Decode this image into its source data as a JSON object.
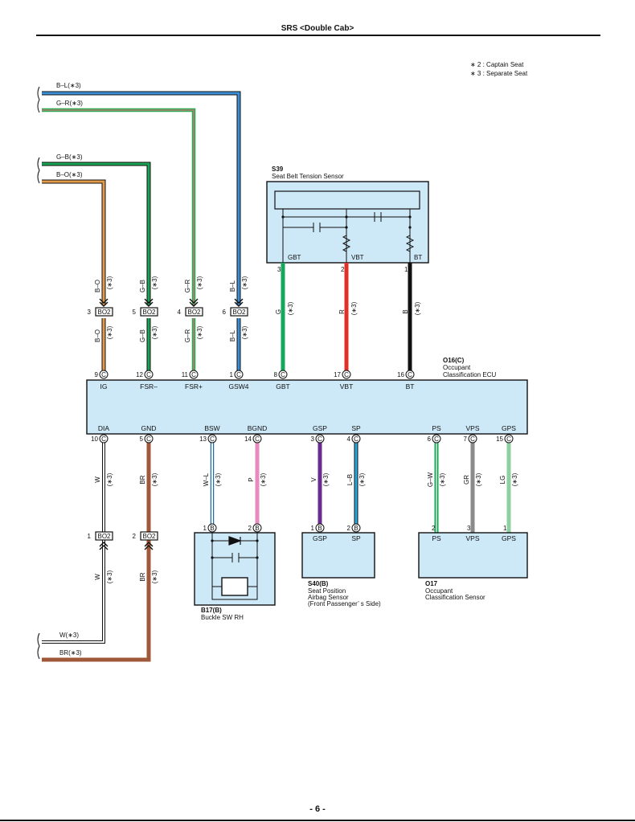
{
  "header": {
    "title": "SRS <Double Cab>"
  },
  "footer": {
    "page": "- 6 -"
  },
  "notes": [
    "∗ 2 : Captain Seat",
    "∗ 3 : Separate Seat"
  ],
  "inputs": {
    "bl": "B–L(∗3)",
    "gr": "G–R(∗3)",
    "gb": "G–B(∗3)",
    "bo": "B–O(∗3)",
    "w": "W(∗3)",
    "br": "BR(∗3)"
  },
  "s39": {
    "code": "S39",
    "name": "Seat Belt Tension Sensor",
    "pins": [
      {
        "n": "3",
        "label": "GBT"
      },
      {
        "n": "2",
        "label": "VBT"
      },
      {
        "n": "1",
        "label": "BT"
      }
    ]
  },
  "ecu": {
    "code": "O16(C)",
    "name1": "Occupant",
    "name2": "Classification ECU",
    "conn": "C",
    "top": [
      {
        "n": "9",
        "label": "IG"
      },
      {
        "n": "12",
        "label": "FSR–"
      },
      {
        "n": "11",
        "label": "FSR+"
      },
      {
        "n": "1",
        "label": "GSW4"
      },
      {
        "n": "8",
        "label": "GBT"
      },
      {
        "n": "17",
        "label": "VBT"
      },
      {
        "n": "16",
        "label": "BT"
      }
    ],
    "bottom": [
      {
        "n": "10",
        "label": "DIA"
      },
      {
        "n": "5",
        "label": "GND"
      },
      {
        "n": "13",
        "label": "BSW"
      },
      {
        "n": "14",
        "label": "BGND"
      },
      {
        "n": "3",
        "label": "GSP"
      },
      {
        "n": "4",
        "label": "SP"
      },
      {
        "n": "6",
        "label": "PS"
      },
      {
        "n": "7",
        "label": "VPS"
      },
      {
        "n": "15",
        "label": "GPS"
      }
    ]
  },
  "wires_top": [
    {
      "color": "B–O",
      "note": "(∗3)",
      "hex": "#c8843a",
      "pin": "3",
      "conn": "BO2"
    },
    {
      "color": "G–B",
      "note": "(∗3)",
      "hex": "#1aa455",
      "pin": "5",
      "conn": "BO2"
    },
    {
      "color": "G–R",
      "note": "(∗3)",
      "hex": "#2ea852",
      "pin": "4",
      "conn": "BO2"
    },
    {
      "color": "B–L",
      "note": "(∗3)",
      "hex": "#3a8fd8",
      "pin": "6",
      "conn": "BO2"
    },
    {
      "color": "G",
      "note": "(∗3)",
      "hex": "#12a85a"
    },
    {
      "color": "R",
      "note": "(∗3)",
      "hex": "#e0302a"
    },
    {
      "color": "B",
      "note": "(∗3)",
      "hex": "#111111"
    }
  ],
  "wires_bottom": [
    {
      "color": "W",
      "note": "(∗3)",
      "hex": "#ffffff"
    },
    {
      "color": "BR",
      "note": "(∗3)",
      "hex": "#a0583a"
    },
    {
      "color": "W–L",
      "note": "(∗3)",
      "hex": "#8ec8ee"
    },
    {
      "color": "P",
      "note": "(∗3)",
      "hex": "#e78ac0"
    },
    {
      "color": "V",
      "note": "(∗3)",
      "hex": "#6a2c91"
    },
    {
      "color": "L–B",
      "note": "(∗3)",
      "hex": "#2aa8e0"
    },
    {
      "color": "G–W",
      "note": "(∗3)",
      "hex": "#1aa455"
    },
    {
      "color": "GR",
      "note": "(∗3)",
      "hex": "#8a8a8a"
    },
    {
      "color": "LG",
      "note": "(∗3)",
      "hex": "#8fd0a0"
    }
  ],
  "bo2_lower": [
    {
      "pin": "1",
      "conn": "BO2",
      "color": "W",
      "note": "(∗3)"
    },
    {
      "pin": "2",
      "conn": "BO2",
      "color": "BR",
      "note": "(∗3)"
    }
  ],
  "b17": {
    "code": "B17(B)",
    "name": "Buckle SW RH",
    "conn": "B",
    "pins": [
      {
        "n": "1"
      },
      {
        "n": "2"
      }
    ]
  },
  "s40": {
    "code": "S40(B)",
    "name1": "Seat Position",
    "name2": "Airbag Sensor",
    "name3": "(Front Passenger’ s Side)",
    "conn": "B",
    "pins": [
      {
        "n": "1",
        "label": "GSP"
      },
      {
        "n": "2",
        "label": "SP"
      }
    ]
  },
  "o17": {
    "code": "O17",
    "name1": "Occupant",
    "name2": "Classification Sensor",
    "pins": [
      {
        "n": "2",
        "label": "PS"
      },
      {
        "n": "3",
        "label": "VPS"
      },
      {
        "n": "1",
        "label": "GPS"
      }
    ]
  }
}
